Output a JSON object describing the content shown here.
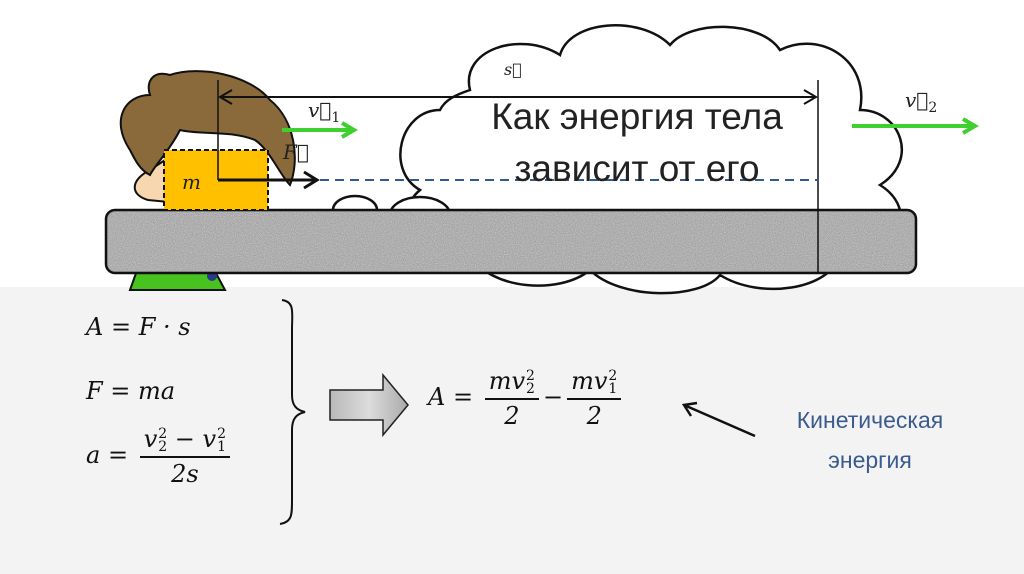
{
  "title": {
    "line1": "Как энергия тела",
    "line2": "зависит от его"
  },
  "diagram": {
    "mass_label": "m",
    "force_label": "F⃗",
    "distance_label": "s⃗",
    "v1_label": "v⃗",
    "v1_sub": "1",
    "v2_label": "v⃗",
    "v2_sub": "2"
  },
  "formulas": {
    "f1": "A = F · s",
    "f2": "F = ma",
    "f3_lhs": "a =",
    "f3_num_a": "v",
    "f3_num_mid": " − v",
    "f3_den": "2s",
    "result_lhs": "A =",
    "result_num1": "mv",
    "result_den1": "2",
    "result_minus": "−",
    "result_num2": "mv",
    "result_den2": "2",
    "sq": "2",
    "i1": "1",
    "i2": "2"
  },
  "annotation": {
    "line1": "Кинетическая",
    "line2": "энергия",
    "color": "#3b5b8f"
  },
  "colors": {
    "block": "#ffc000",
    "velocity_arrow": "#3fcf2f",
    "panel": "#f3f3f3"
  }
}
